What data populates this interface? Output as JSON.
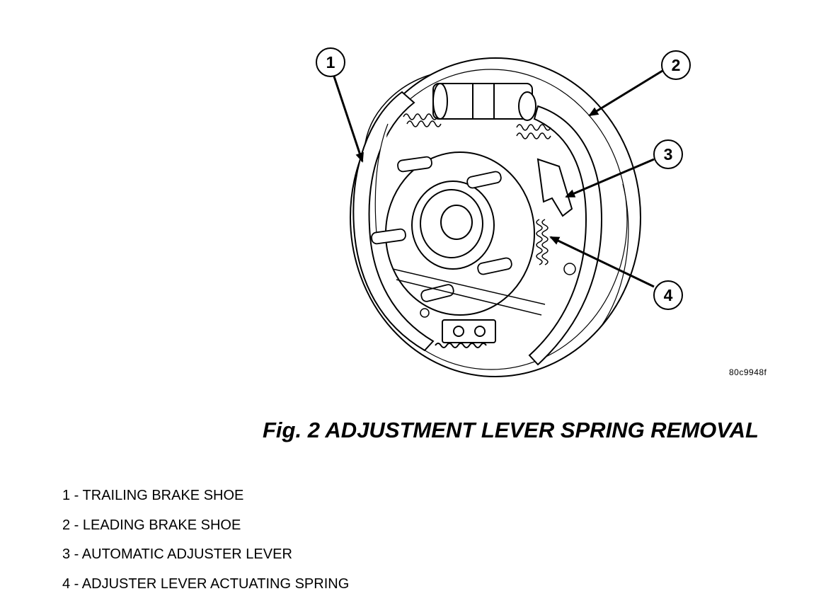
{
  "figure": {
    "code": "80c9948f",
    "caption": "Fig. 2 ADJUSTMENT LEVER SPRING REMOVAL",
    "callouts": [
      {
        "num": "1"
      },
      {
        "num": "2"
      },
      {
        "num": "3"
      },
      {
        "num": "4"
      }
    ]
  },
  "legend": [
    "1 - TRAILING BRAKE SHOE",
    "2 - LEADING BRAKE SHOE",
    "3 - AUTOMATIC ADJUSTER LEVER",
    "4 - ADJUSTER LEVER ACTUATING SPRING"
  ]
}
